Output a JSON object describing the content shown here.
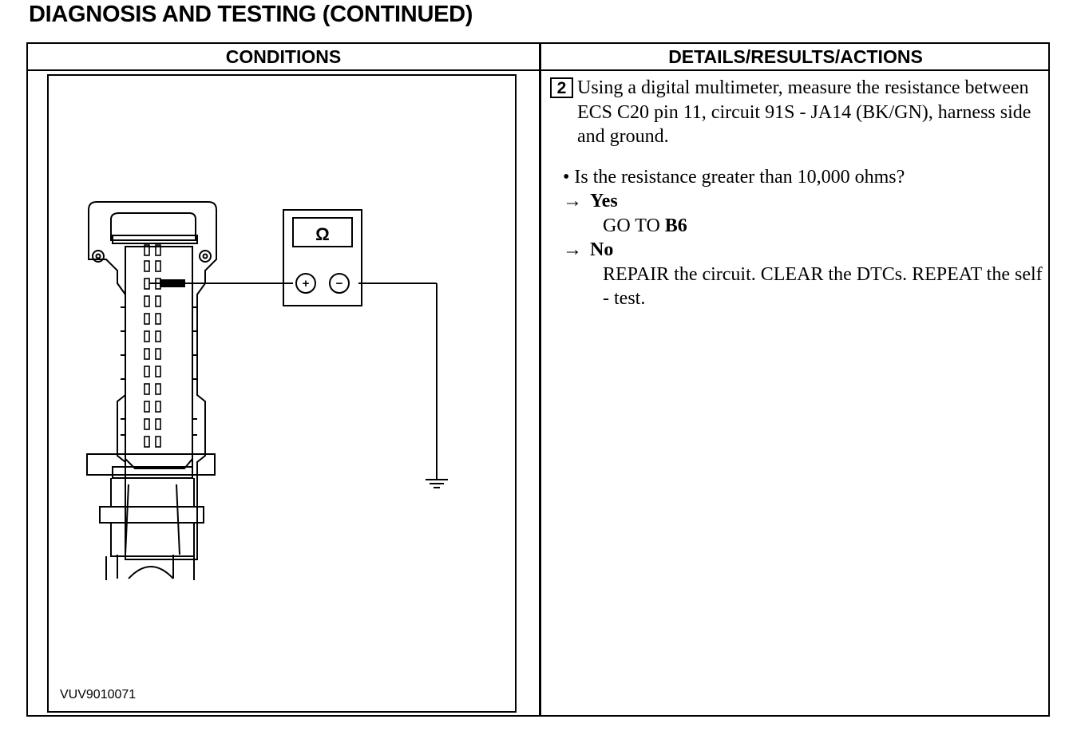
{
  "title": "DIAGNOSIS AND TESTING (CONTINUED)",
  "table": {
    "left_header": "CONDITIONS",
    "right_header": "DETAILS/RESULTS/ACTIONS"
  },
  "figure": {
    "meter_symbol": "Ω",
    "plus_symbol": "+",
    "minus_symbol": "−",
    "id": "VUV9010071",
    "icons": [
      "connector-icon",
      "multimeter-icon",
      "ground-symbol-icon"
    ]
  },
  "step": {
    "number": "2",
    "text": "Using a digital multimeter, measure the resistance between ECS C20 pin 11, circuit 91S - JA14 (BK/GN), harness side and ground.",
    "question": "• Is the resistance greater than 10,000 ohms?",
    "arrow": "→",
    "yes_label": "Yes",
    "yes_action_prefix": "GO TO ",
    "yes_action_target": "B6",
    "no_label": "No",
    "no_action": "REPAIR the circuit. CLEAR the DTCs. REPEAT the self - test."
  }
}
